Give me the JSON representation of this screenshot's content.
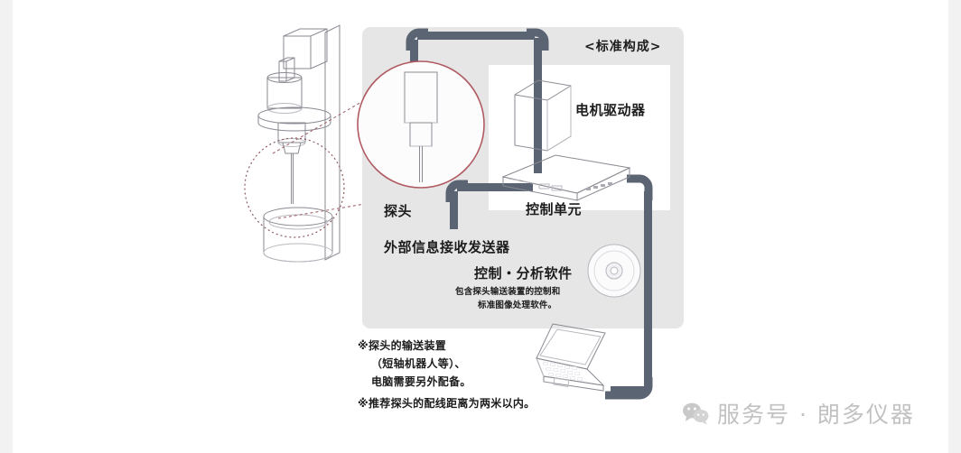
{
  "diagram": {
    "title": "<标准构成>",
    "panel_bg": "#e6e6e6",
    "cable_color": "#5b6472",
    "callout_color": "#b05a62",
    "labels": {
      "motor_driver": "电机驱动器",
      "control_unit": "控制单元",
      "probe": "探头",
      "transceiver": "外部信息接收发送器",
      "software": "控制・分析软件",
      "software_sub_line1": "包含探头输送装置的控制和",
      "software_sub_line2": "标准图像处理软件。"
    },
    "notes": [
      "※探头的输送装置",
      "（短轴机器人等）、",
      "电脑需要另外配备。",
      "※推荐探头的配线距离为两米以内。"
    ]
  },
  "watermark": {
    "icon": "wechat-icon",
    "text": "服务号 · 朗多仪器",
    "color": "#c2c2c2"
  }
}
